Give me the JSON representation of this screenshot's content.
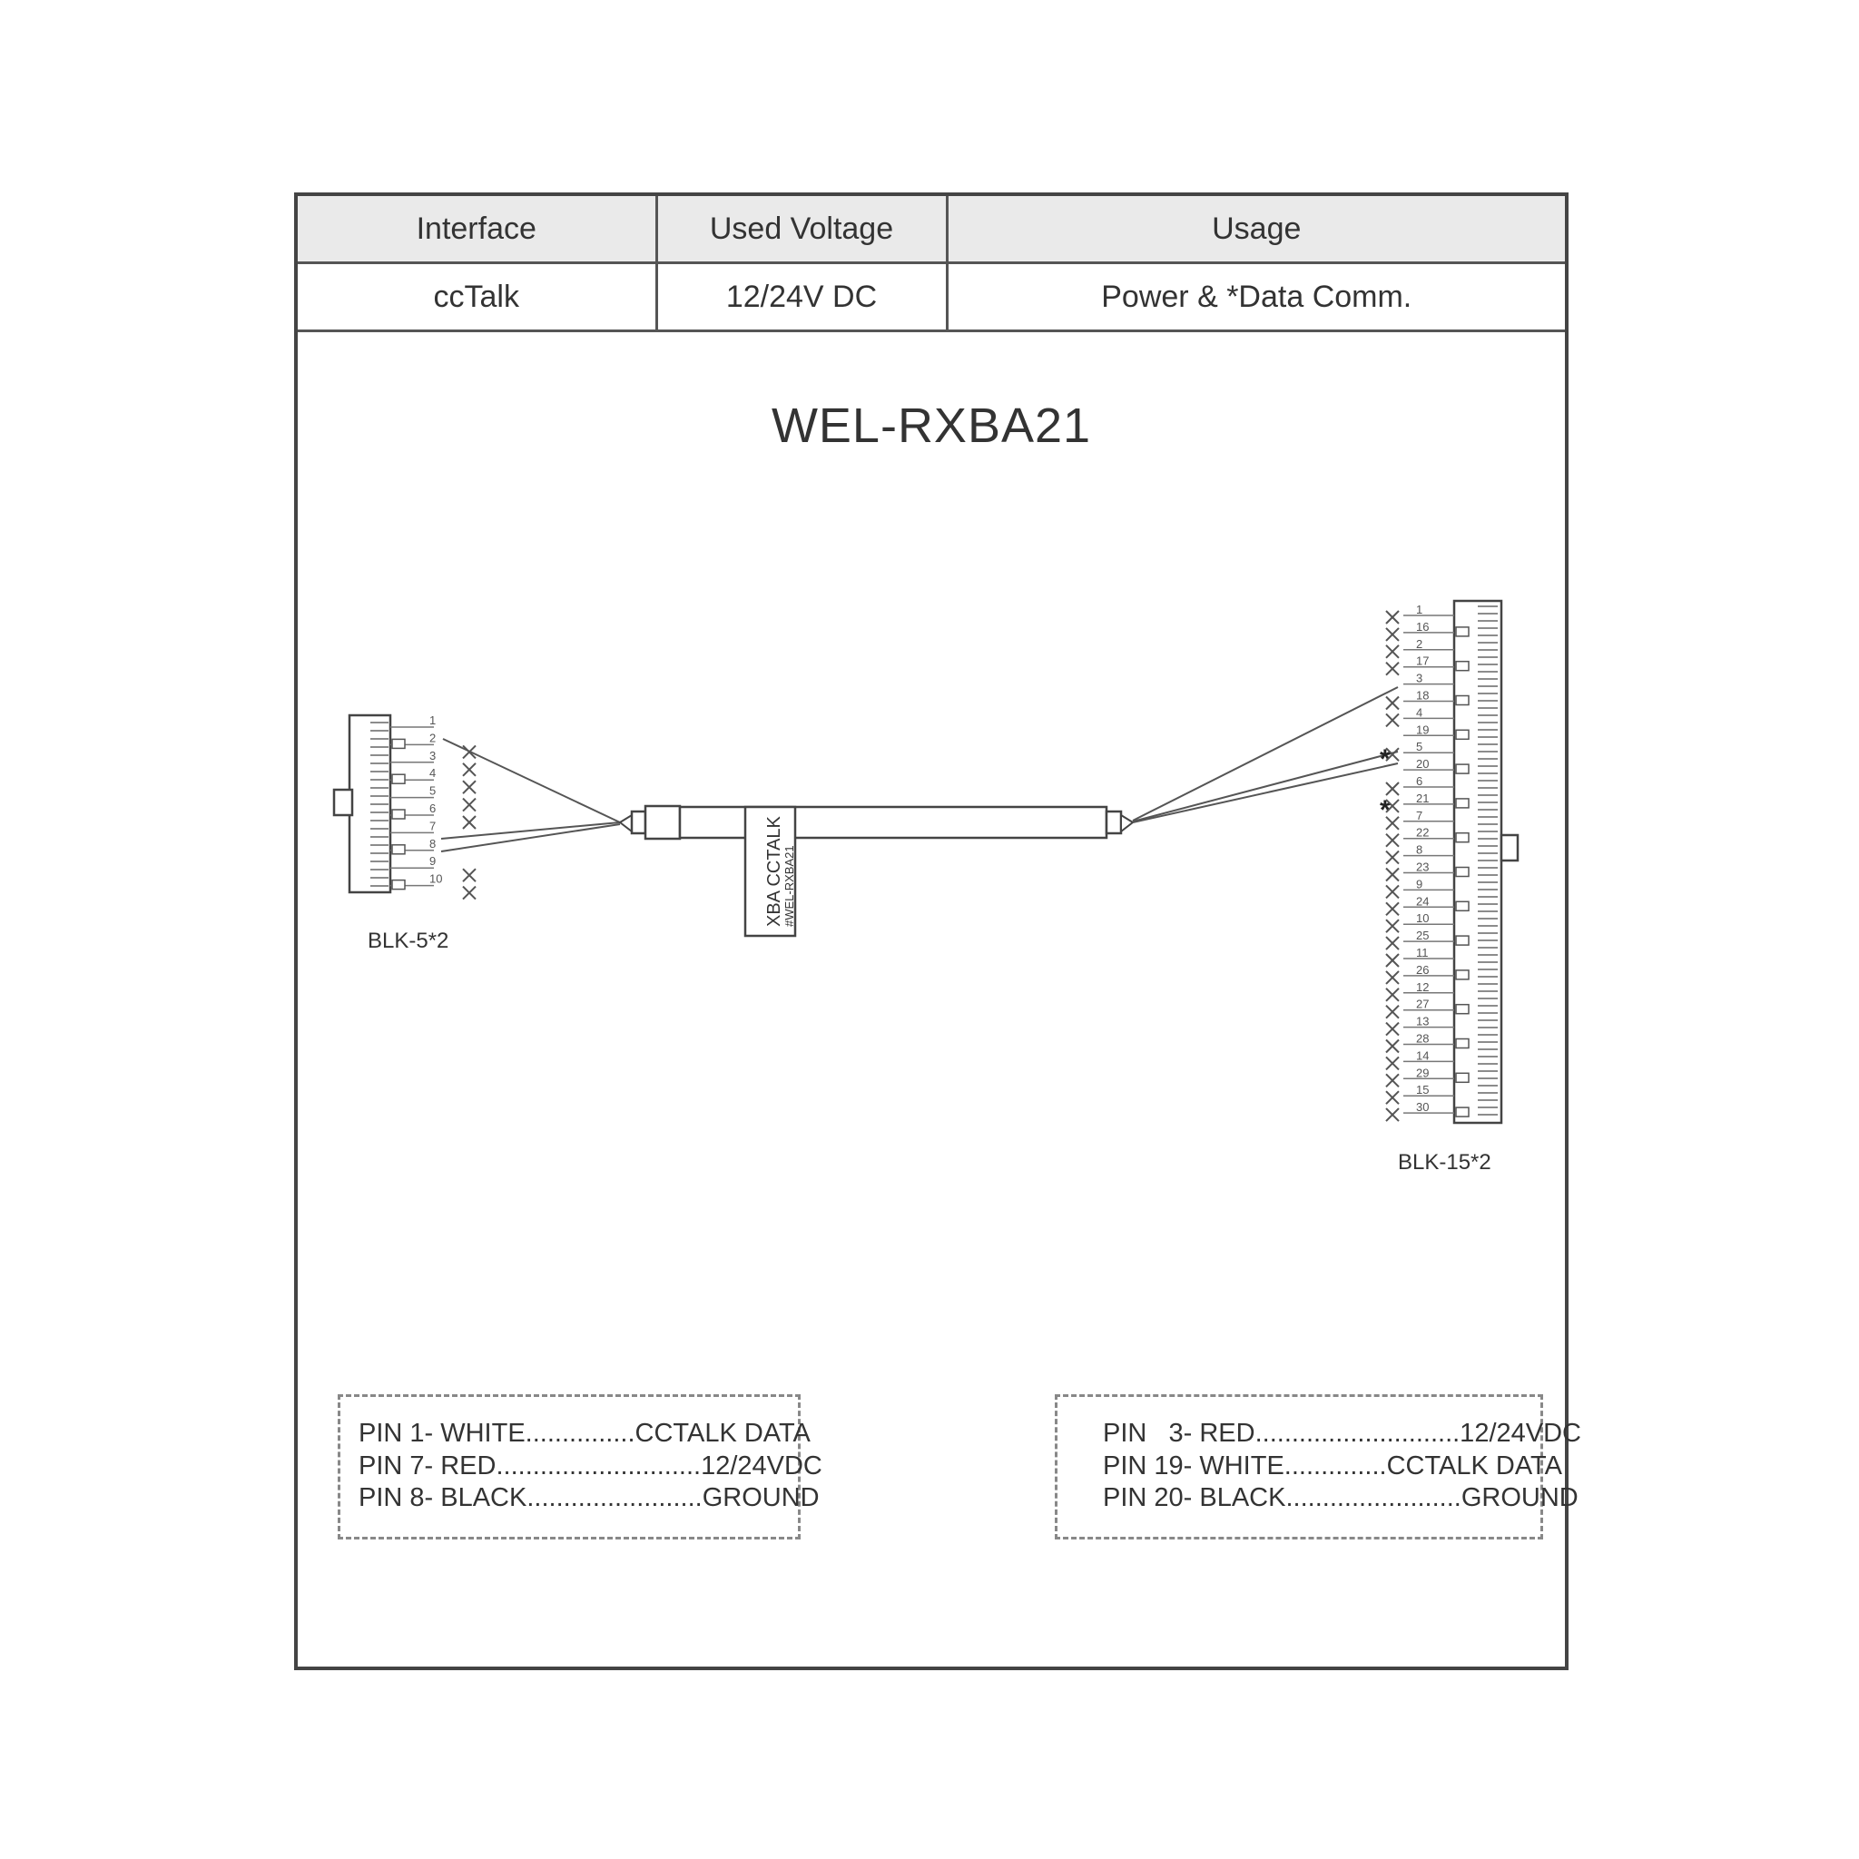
{
  "spec_table": {
    "headers": [
      "Interface",
      "Used Voltage",
      "Usage"
    ],
    "row": [
      "ccTalk",
      "12/24V DC",
      "Power & *Data Comm."
    ]
  },
  "diagram": {
    "title": "WEL-RXBA21",
    "left_connector": {
      "label": "BLK-5*2",
      "pins": [
        "1",
        "2",
        "3",
        "4",
        "5",
        "6",
        "7",
        "8",
        "9",
        "10"
      ]
    },
    "right_connector": {
      "label": "BLK-15*2",
      "pins": [
        "1",
        "16",
        "2",
        "17",
        "3",
        "18",
        "4",
        "19",
        "5",
        "20",
        "6",
        "21",
        "7",
        "22",
        "8",
        "23",
        "9",
        "24",
        "10",
        "25",
        "11",
        "26",
        "12",
        "27",
        "13",
        "28",
        "14",
        "29",
        "15",
        "30"
      ]
    },
    "cable_tag": {
      "line1": "XBA CCTALK",
      "line2": "#WEL-RXBA21"
    },
    "asterisk": "*"
  },
  "left_legend": [
    "PIN 1- WHITE...............CCTALK DATA",
    "PIN 7- RED............................12/24VDC",
    "PIN 8- BLACK........................GROUND"
  ],
  "right_legend": [
    "PIN   3- RED............................12/24VDC",
    "PIN 19- WHITE..............CCTALK DATA",
    "PIN 20- BLACK........................GROUND"
  ]
}
